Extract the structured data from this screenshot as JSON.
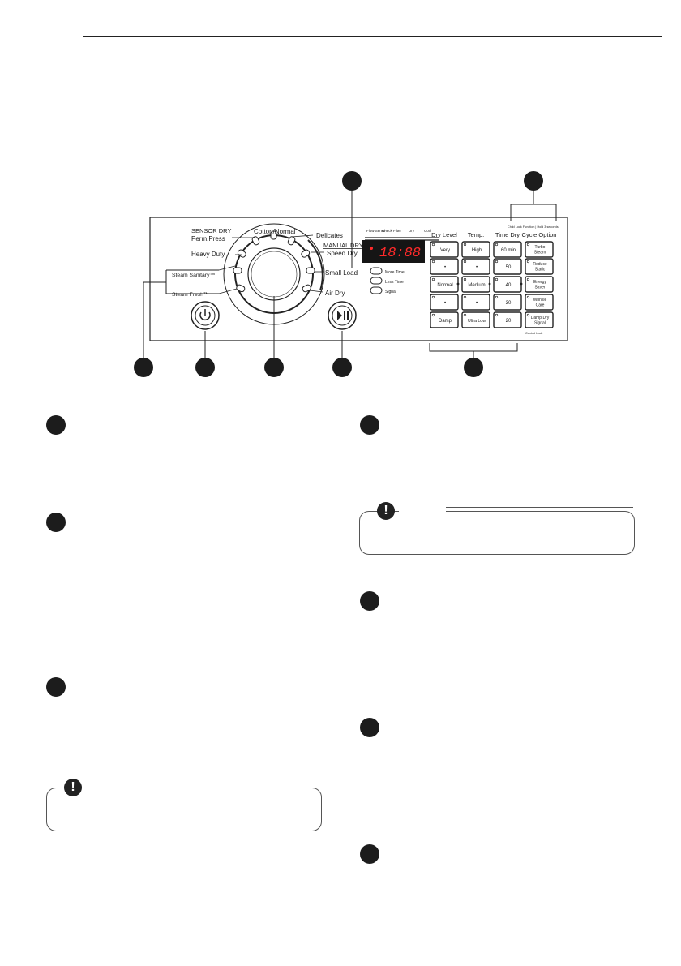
{
  "panel": {
    "dial": {
      "sensor_dry": "SENSOR DRY",
      "perm_press": "Perm.Press",
      "cotton_normal": "Cotton/Normal",
      "delicates": "Delicates",
      "heavy_duty": "Heavy Duty",
      "manual_dry": "MANUAL DRY",
      "speed_dry": "Speed Dry",
      "small_load": "Small Load",
      "air_dry": "Air Dry",
      "steam_sanitary": "Steam Sanitary™",
      "steam_fresh": "Steam Fresh™"
    },
    "status": [
      "Flow Sense",
      "Check Filter",
      "Dry",
      "Cool"
    ],
    "display": "18:88",
    "time_buttons": [
      "More Time",
      "Less Time",
      "Signal"
    ],
    "lock_note": "Child Lock Function | Hold 3 seconds",
    "control_lock": "Control Lock",
    "columns": [
      {
        "header": "Dry Level",
        "buttons": [
          "Very",
          "•",
          "Normal",
          "•",
          "Damp"
        ]
      },
      {
        "header": "Temp.",
        "buttons": [
          "High",
          "•",
          "Medium",
          "•",
          "Ultra Low"
        ]
      },
      {
        "header": "Time Dry",
        "buttons": [
          "60 min",
          "50",
          "40",
          "30",
          "20"
        ]
      },
      {
        "header": "Cycle Option",
        "buttons": [
          "Turbo Steam",
          "Reduce Static",
          "Energy Saver",
          "Wrinkle Care",
          "Damp Dry Signal"
        ]
      }
    ]
  },
  "colors": {
    "dark": "#1c1c1c",
    "display_bg": "#151515",
    "display_digits": "#ff2a2a",
    "rule": "#555555"
  },
  "icons": {
    "power": "power-icon",
    "start_pause": "play-pause-icon",
    "note": "exclamation-icon"
  }
}
